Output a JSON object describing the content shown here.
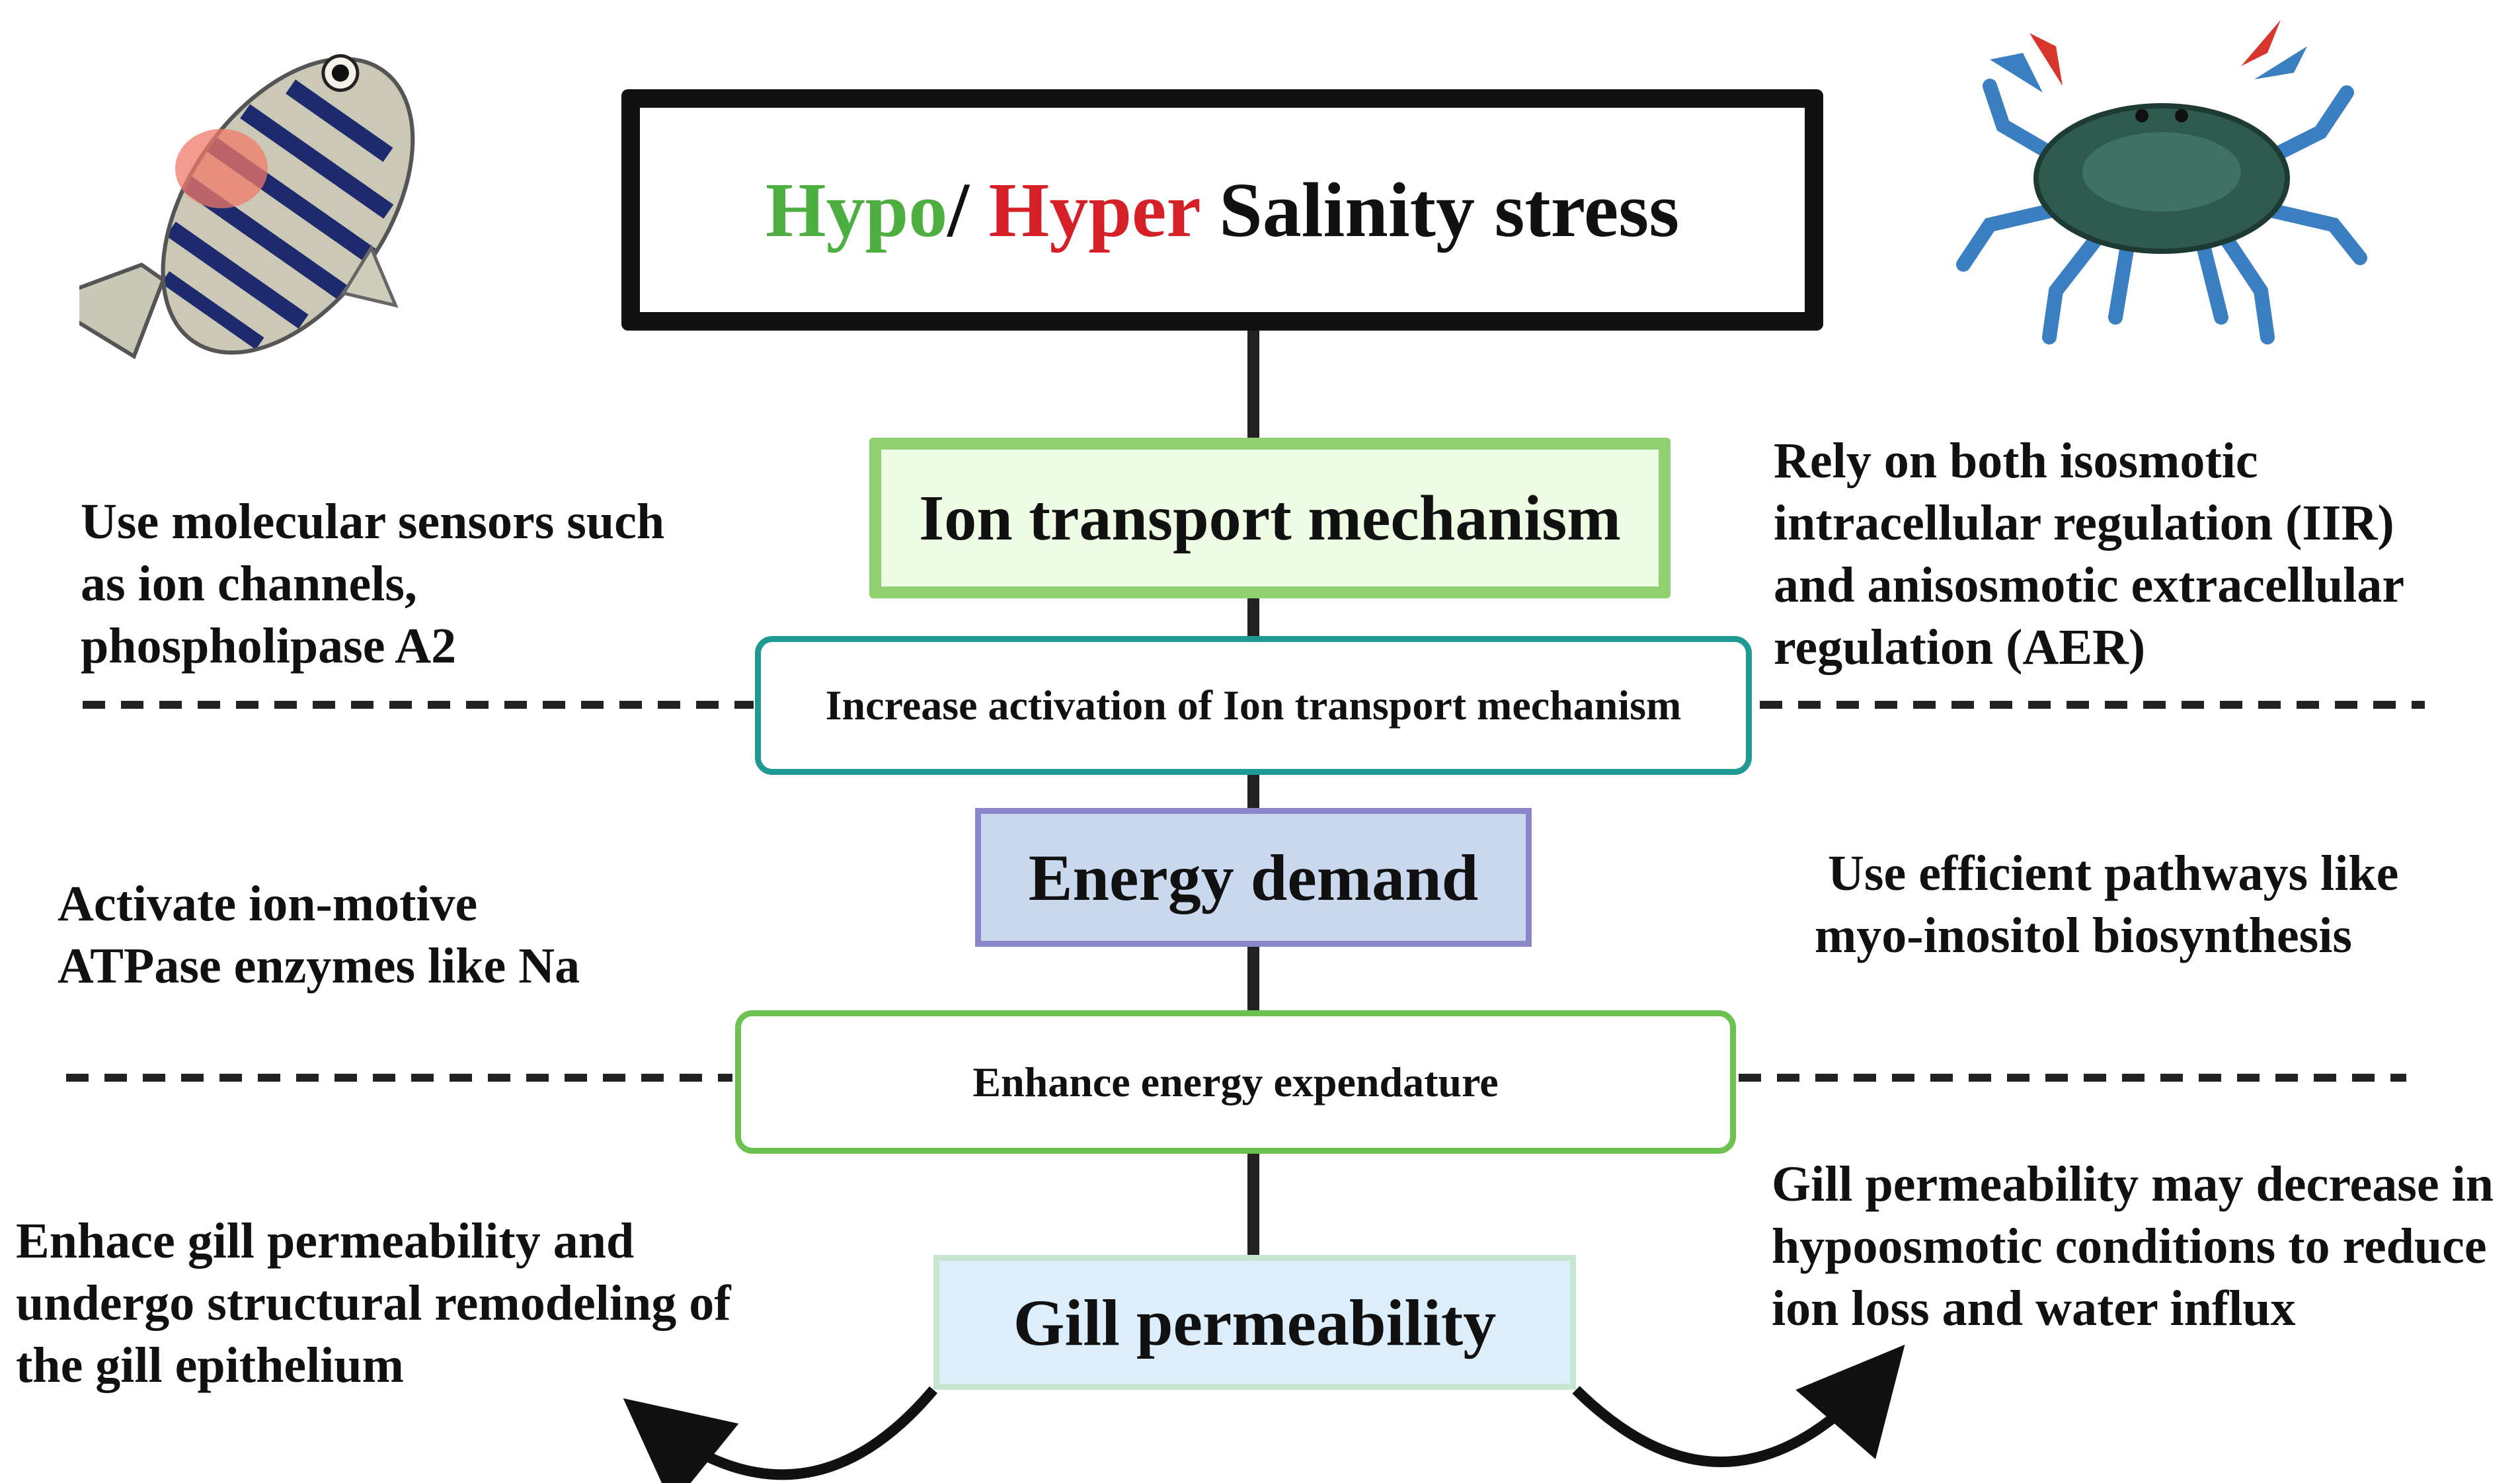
{
  "title": {
    "hypo": "Hypo",
    "slash": "/",
    "hyper": "Hyper",
    "rest": "Salinity stress",
    "hypo_color": "#4caf3f",
    "hyper_color": "#d62027"
  },
  "stages": {
    "ion_transport": "Ion transport mechanism",
    "increase_activation": "Increase activation of Ion transport mechanism",
    "energy_demand": "Energy demand",
    "enhance_energy": "Enhance energy expendature",
    "gill_permeability": "Gill permeability"
  },
  "fish_notes": {
    "sensors": [
      "Use molecular sensors such",
      "as ion channels,",
      "phospholipase A2"
    ],
    "atpase": [
      "Activate ion-motive",
      "ATPase enzymes like Na"
    ],
    "gill": [
      "Enhace  gill permeability and",
      "undergo structural remodeling of",
      "the gill epithelium"
    ]
  },
  "crab_notes": {
    "regulation": [
      "Rely on both isosmotic",
      "intracellular regulation (IIR)",
      "and anisosmotic extracellular",
      "regulation (AER)"
    ],
    "pathways": [
      "Use efficient pathways like",
      "myo-inositol biosynthesis"
    ],
    "gill": [
      "Gill permeability may decrease in",
      "hypoosmotic conditions to reduce",
      "ion loss and water influx"
    ]
  },
  "colors": {
    "ion_border": "#8fd06f",
    "ion_fill": "#eefce4",
    "teal_border": "#1f9a93",
    "energy_border": "#8b86c9",
    "energy_fill": "#c9d8ec",
    "green_border": "#6dc24f",
    "gill_border": "#c6e6cf",
    "gill_fill": "#dceefb"
  }
}
